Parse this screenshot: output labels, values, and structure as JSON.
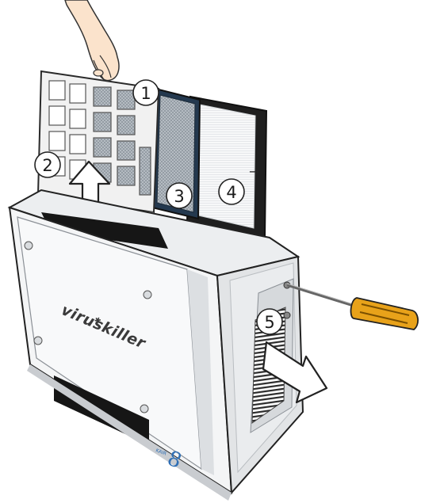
{
  "callouts": [
    {
      "id": "1",
      "label": "1"
    },
    {
      "id": "2",
      "label": "2"
    },
    {
      "id": "3",
      "label": "3"
    },
    {
      "id": "4",
      "label": "4"
    },
    {
      "id": "5",
      "label": "5"
    }
  ],
  "device": {
    "brand": "viruskiller",
    "model_prefix": "KAIR",
    "model_number": "8"
  },
  "filter_arrow_glyph": "→",
  "colors": {
    "outline": "#222222",
    "device_body": "#f4f5f6",
    "device_shade": "#e2e4e6",
    "filter_frame": "#f0f0f0",
    "filter_dark": "#2b2b2b",
    "carbon_mesh": "#9aa3ab",
    "screwdriver_handle": "#e8a21a",
    "brand_blue": "#2f6fb5"
  }
}
